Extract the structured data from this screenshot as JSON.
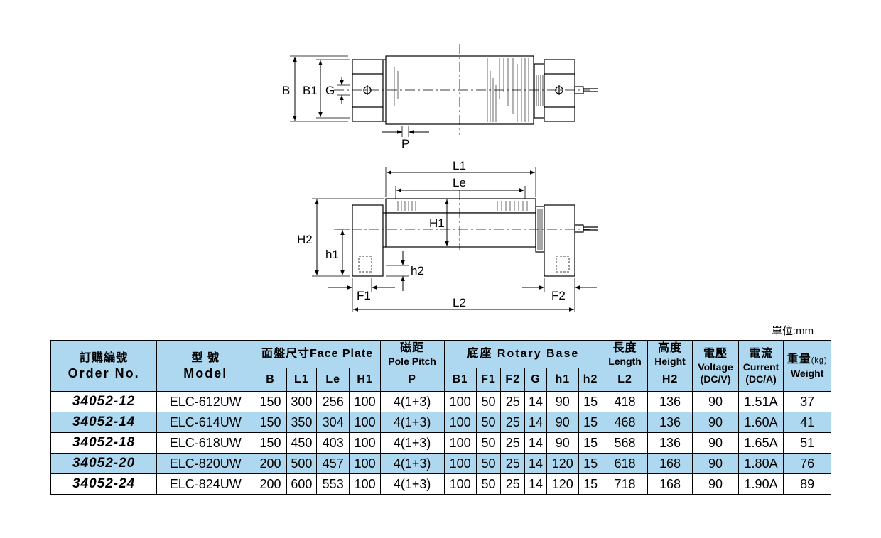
{
  "drawing": {
    "labels": {
      "B": "B",
      "B1": "B1",
      "G": "G",
      "P": "P",
      "L1": "L1",
      "Le": "Le",
      "H1": "H1",
      "H2": "H2",
      "h1": "h1",
      "h2": "h2",
      "F1": "F1",
      "F2": "F2",
      "L2": "L2"
    }
  },
  "unit_label": "單位:mm",
  "table": {
    "headers": {
      "order_zh": "訂購編號",
      "order_en": "Order No.",
      "model_zh": "型 號",
      "model_en": "Model",
      "face_plate": "面盤尺寸Face Plate",
      "pitch_zh": "磁距",
      "pitch_en": "Pole Pitch",
      "rotary": "底座 Rotary Base",
      "length_zh": "長度",
      "length_en": "Length",
      "height_zh": "高度",
      "height_en": "Height",
      "voltage_zh": "電壓",
      "voltage_en": "Voltage",
      "voltage_unit": "(DC/V)",
      "current_zh": "電流",
      "current_en": "Current",
      "current_unit": "(DC/A)",
      "weight_zh": "重量",
      "weight_unit": "(kg)",
      "weight_en": "Weight"
    },
    "subheaders": {
      "B": "B",
      "L1": "L1",
      "Le": "Le",
      "H1": "H1",
      "P": "P",
      "B1": "B1",
      "F1": "F1",
      "F2": "F2",
      "G": "G",
      "h1": "h1",
      "h2": "h2",
      "L2": "L2",
      "H2": "H2"
    },
    "rows": [
      {
        "order": "34052-12",
        "model": "ELC-612UW",
        "B": "150",
        "L1": "300",
        "Le": "256",
        "H1": "100",
        "P": "4(1+3)",
        "B1": "100",
        "F1": "50",
        "F2": "25",
        "G": "14",
        "h1": "90",
        "h2": "15",
        "L2": "418",
        "H2": "136",
        "voltage": "90",
        "current": "1.51A",
        "weight": "37"
      },
      {
        "order": "34052-14",
        "model": "ELC-614UW",
        "B": "150",
        "L1": "350",
        "Le": "304",
        "H1": "100",
        "P": "4(1+3)",
        "B1": "100",
        "F1": "50",
        "F2": "25",
        "G": "14",
        "h1": "90",
        "h2": "15",
        "L2": "468",
        "H2": "136",
        "voltage": "90",
        "current": "1.60A",
        "weight": "41"
      },
      {
        "order": "34052-18",
        "model": "ELC-618UW",
        "B": "150",
        "L1": "450",
        "Le": "403",
        "H1": "100",
        "P": "4(1+3)",
        "B1": "100",
        "F1": "50",
        "F2": "25",
        "G": "14",
        "h1": "90",
        "h2": "15",
        "L2": "568",
        "H2": "136",
        "voltage": "90",
        "current": "1.65A",
        "weight": "51"
      },
      {
        "order": "34052-20",
        "model": "ELC-820UW",
        "B": "200",
        "L1": "500",
        "Le": "457",
        "H1": "100",
        "P": "4(1+3)",
        "B1": "100",
        "F1": "50",
        "F2": "25",
        "G": "14",
        "h1": "120",
        "h2": "15",
        "L2": "618",
        "H2": "168",
        "voltage": "90",
        "current": "1.80A",
        "weight": "76"
      },
      {
        "order": "34052-24",
        "model": "ELC-824UW",
        "B": "200",
        "L1": "600",
        "Le": "553",
        "H1": "100",
        "P": "4(1+3)",
        "B1": "100",
        "F1": "50",
        "F2": "25",
        "G": "14",
        "h1": "120",
        "h2": "15",
        "L2": "718",
        "H2": "168",
        "voltage": "90",
        "current": "1.90A",
        "weight": "89"
      }
    ]
  }
}
